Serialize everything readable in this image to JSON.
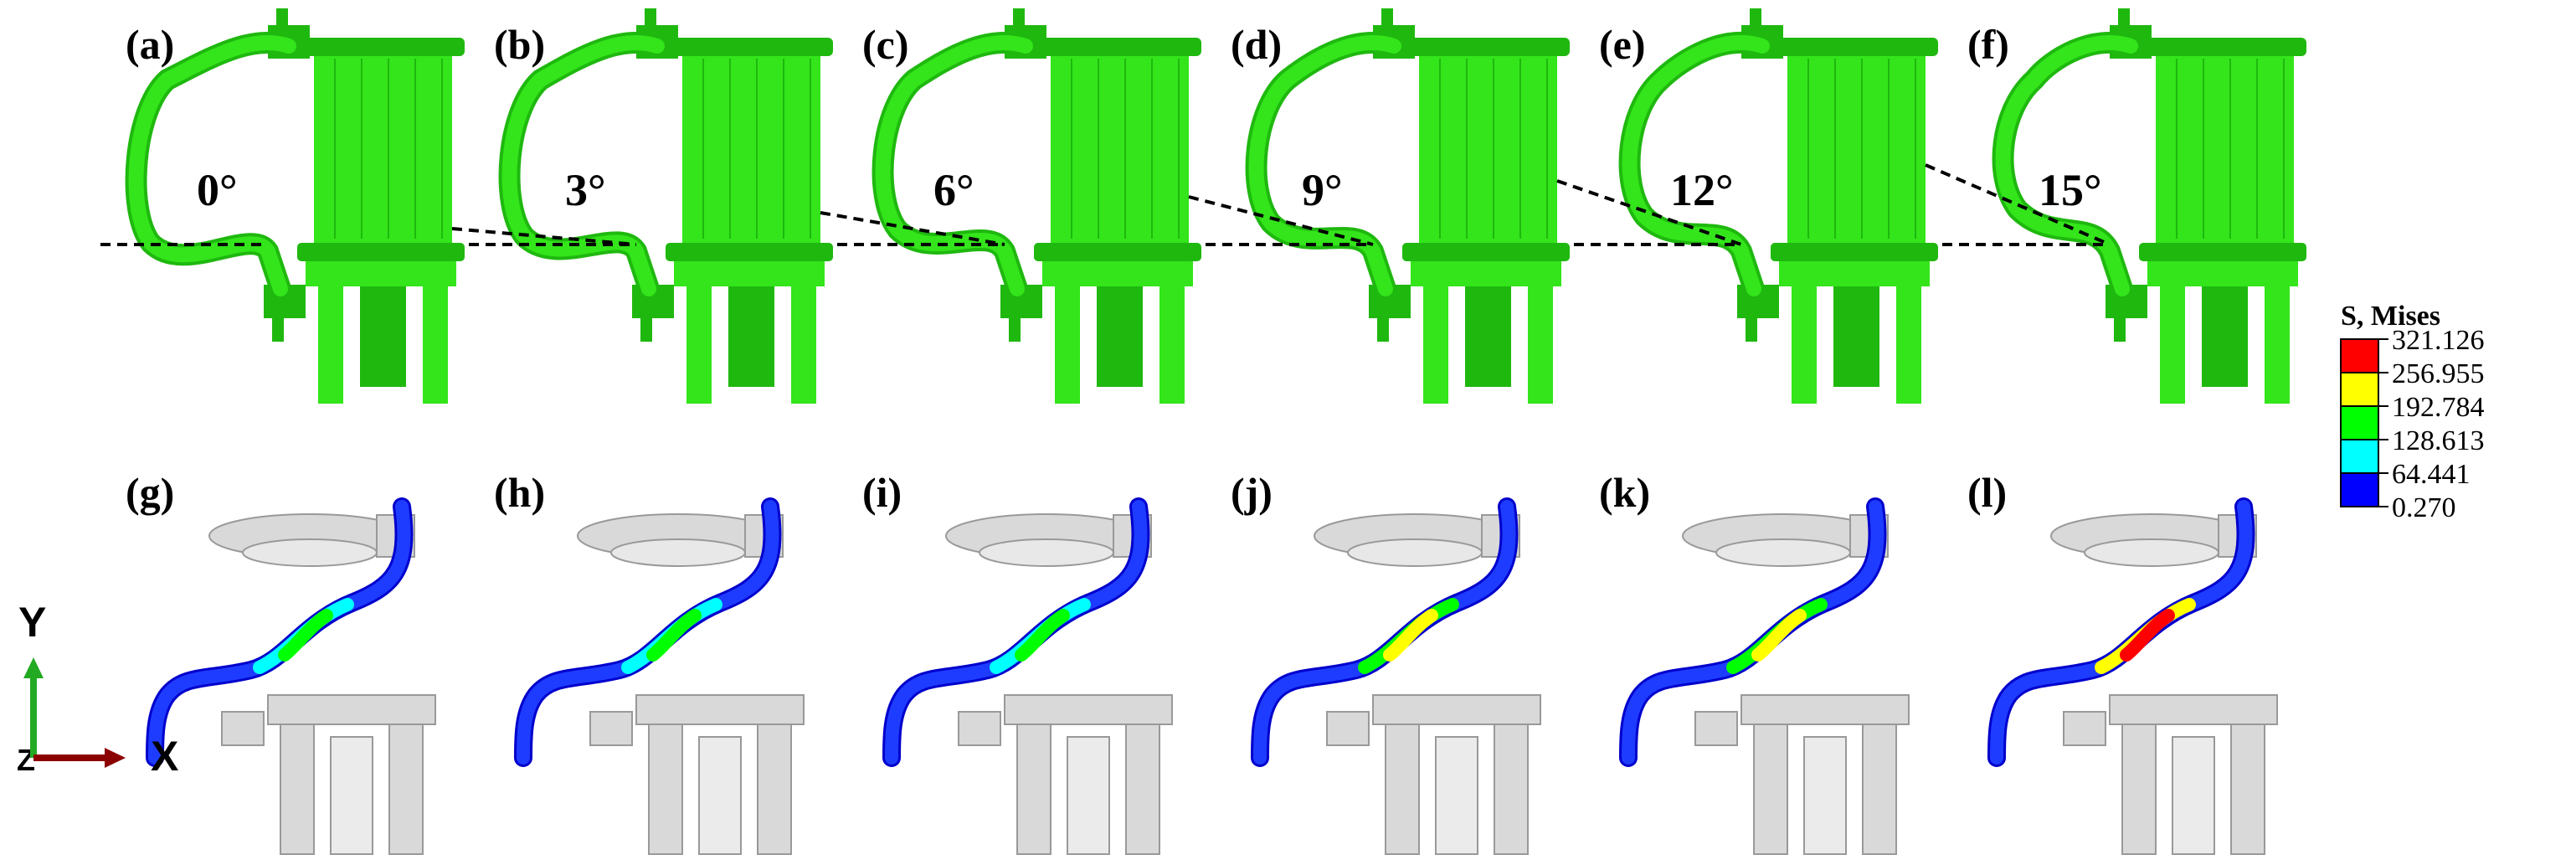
{
  "figure": {
    "top_panels": [
      {
        "label": "(a)",
        "angle": "0°"
      },
      {
        "label": "(b)",
        "angle": "3°"
      },
      {
        "label": "(c)",
        "angle": "6°"
      },
      {
        "label": "(d)",
        "angle": "9°"
      },
      {
        "label": "(e)",
        "angle": "12°"
      },
      {
        "label": "(f)",
        "angle": "15°"
      }
    ],
    "bottom_panels": [
      {
        "label": "(g)",
        "peak_level": 0.45
      },
      {
        "label": "(h)",
        "peak_level": 0.5
      },
      {
        "label": "(i)",
        "peak_level": 0.58
      },
      {
        "label": "(j)",
        "peak_level": 0.68
      },
      {
        "label": "(k)",
        "peak_level": 0.8
      },
      {
        "label": "(l)",
        "peak_level": 1.0
      }
    ],
    "legend": {
      "title": "S, Mises",
      "values": [
        "321.126",
        "256.955",
        "192.784",
        "128.613",
        "64.441",
        "0.270"
      ],
      "colors": [
        "#ff0000",
        "#ffff00",
        "#00ff00",
        "#00ffff",
        "#0000ff"
      ]
    },
    "axes": {
      "y": "Y",
      "x": "X",
      "z": "Z"
    },
    "colors": {
      "model_green": "#33e51a",
      "model_green_dark": "#1fb80f",
      "support_gray": "#d9d9d9",
      "dashed_line": "#000000"
    }
  }
}
